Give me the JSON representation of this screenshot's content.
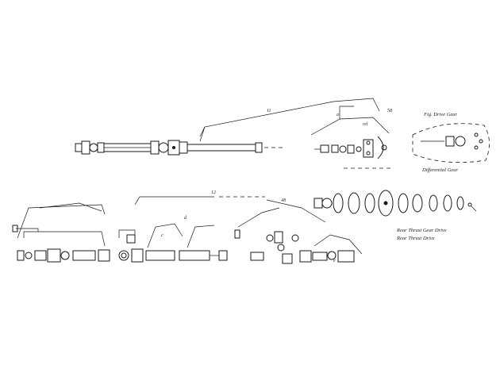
{
  "title": "",
  "part_numbers": {
    "top_shaft": "11",
    "top_housing": "58",
    "bottom_shaft": "12",
    "bottom_group": "48"
  },
  "notes": {
    "top_right_header": "Fig. Drive Gear",
    "top_right_footer": "Differential Gear",
    "bottom_right_line1": "Rear Thrust Gear Drive",
    "bottom_right_line2": "Rear Thrust Drive"
  },
  "style": {
    "ink_color": "#1a1a1a",
    "background": "#ffffff"
  }
}
